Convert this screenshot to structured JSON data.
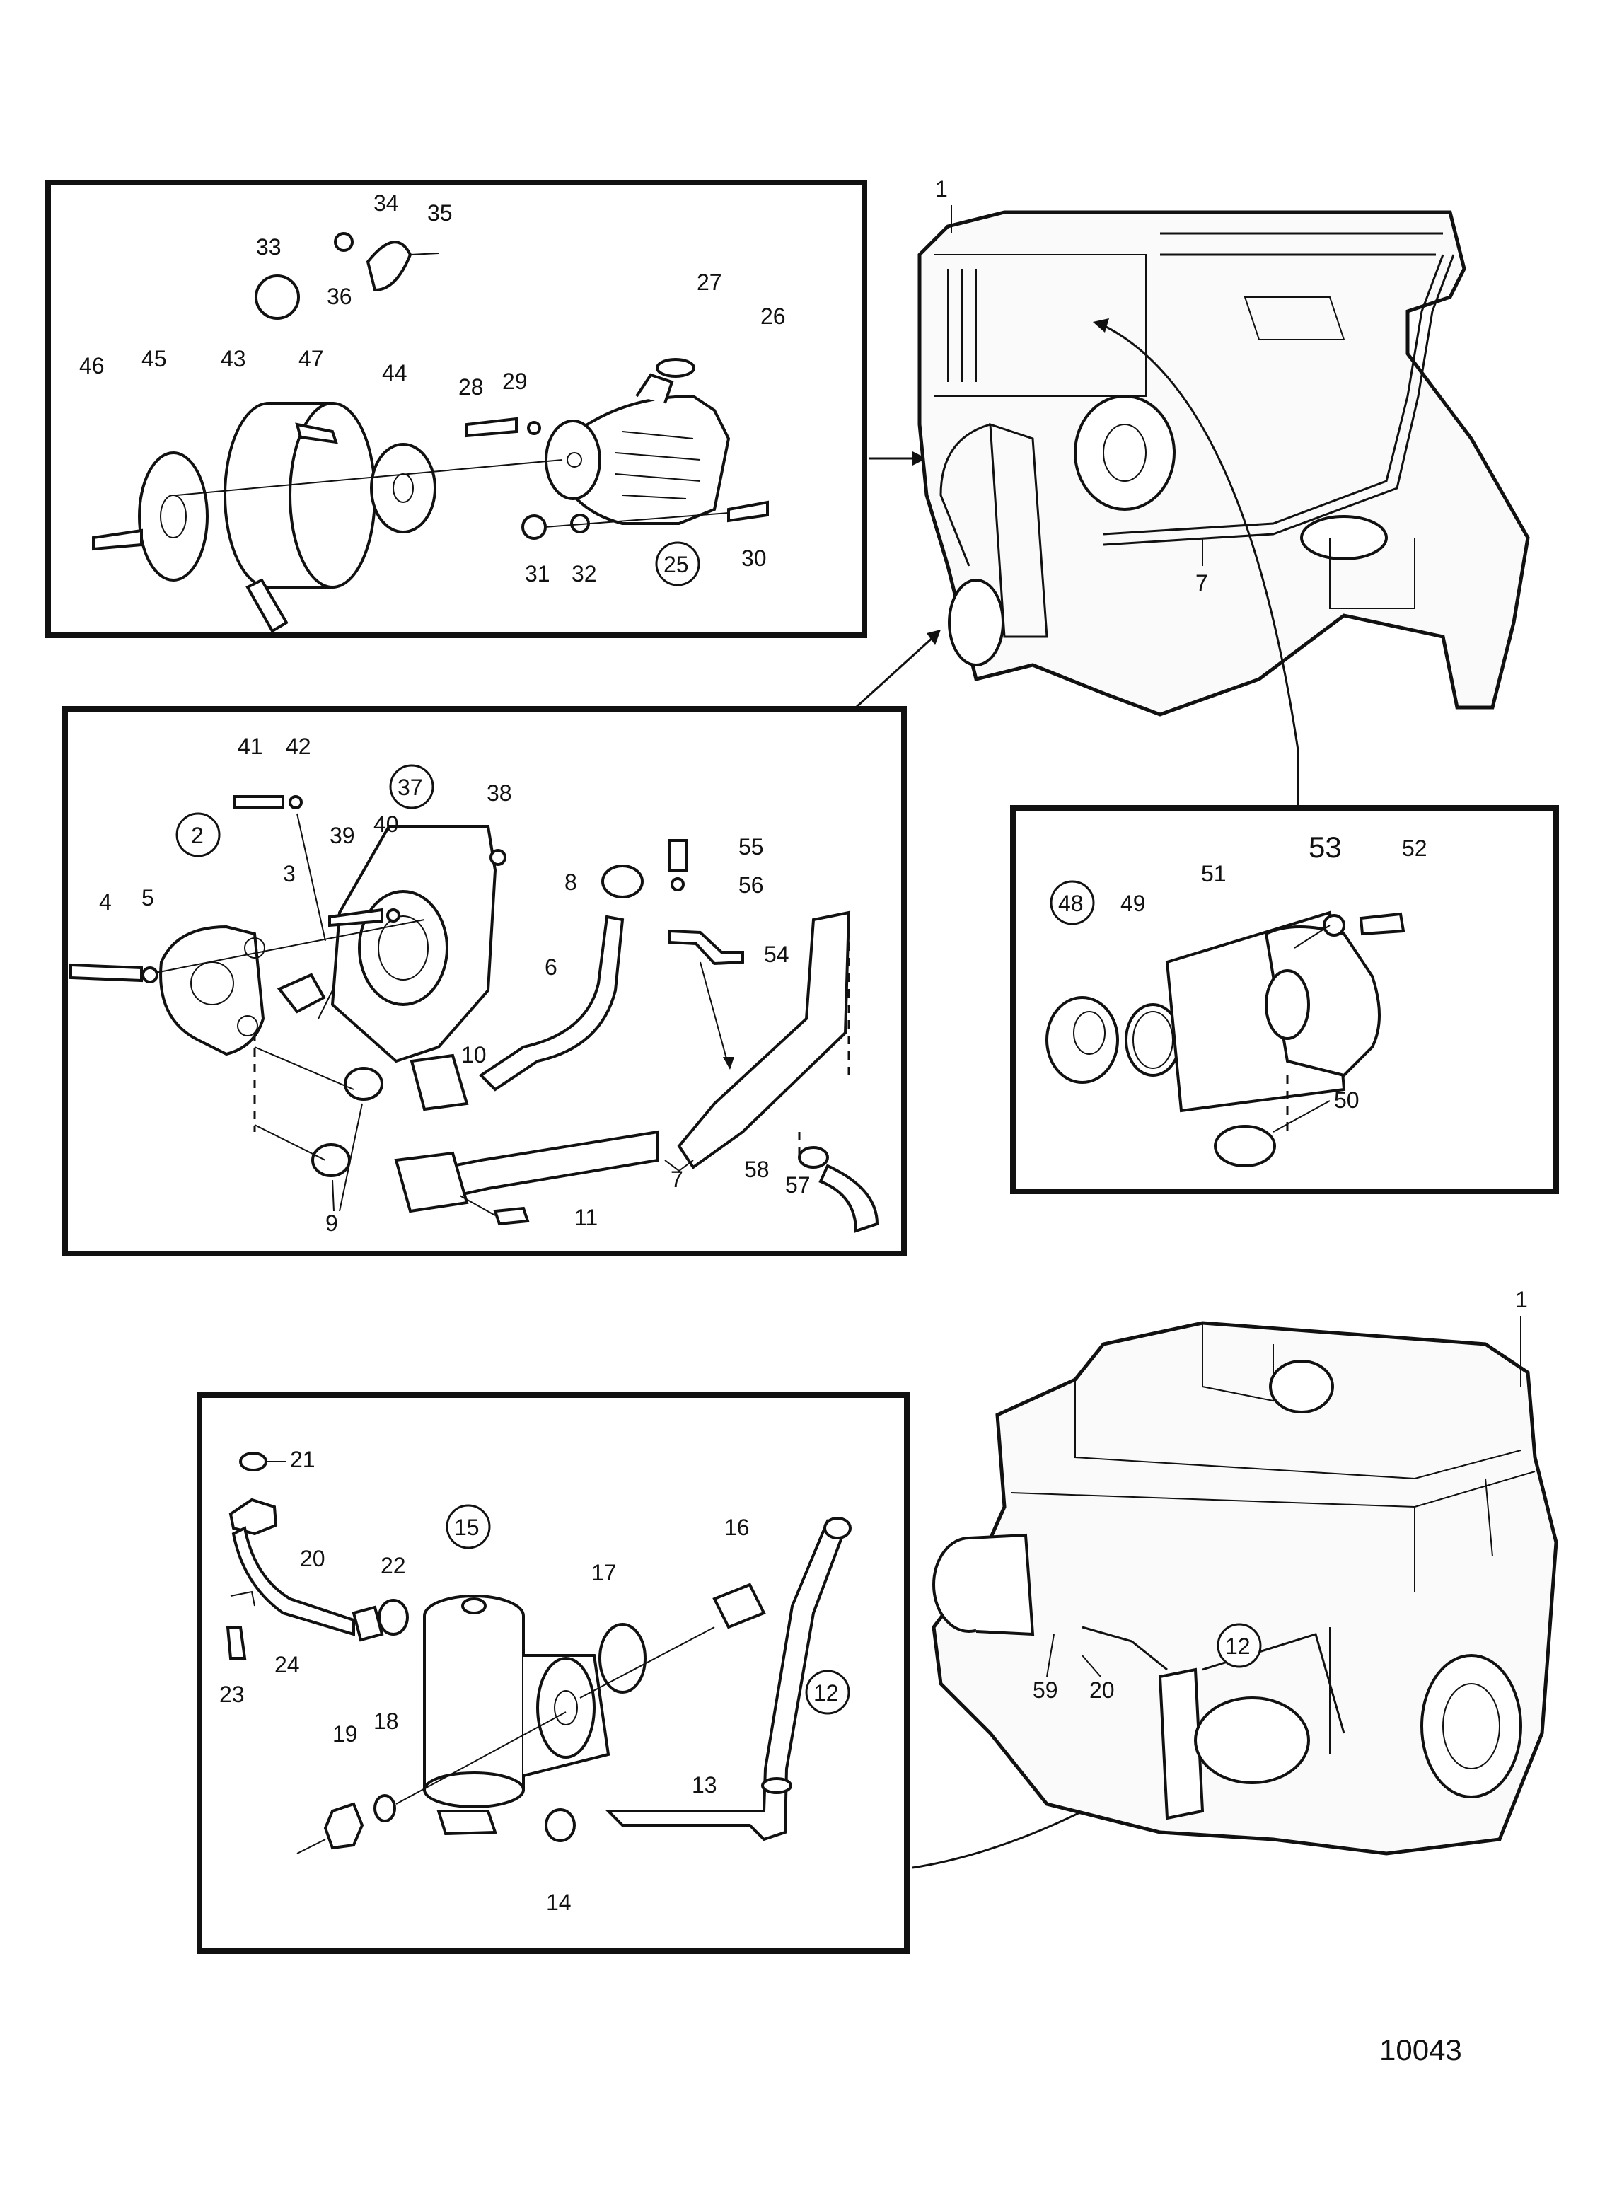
{
  "drawing_number": "10043",
  "callouts": {
    "top_engine": "1",
    "bottom_engine": "1",
    "panel1": {
      "p25": "25",
      "p26": "26",
      "p27": "27",
      "p28": "28",
      "p29": "29",
      "p30": "30",
      "p31": "31",
      "p32": "32",
      "p33": "33",
      "p34": "34",
      "p35": "35",
      "p36": "36",
      "p43": "43",
      "p44": "44",
      "p45": "45",
      "p46": "46",
      "p47": "47"
    },
    "panel2": {
      "p2": "2",
      "p3": "3",
      "p4": "4",
      "p5": "5",
      "p6": "6",
      "p7": "7",
      "p8": "8",
      "p9": "9",
      "p10": "10",
      "p11": "11",
      "p37": "37",
      "p38": "38",
      "p39": "39",
      "p40": "40",
      "p41": "41",
      "p42": "42",
      "p54": "54",
      "p55": "55",
      "p56": "56",
      "p57": "57",
      "p58": "58"
    },
    "engine_top": {
      "p7": "7"
    },
    "panel3": {
      "p48": "48",
      "p49": "49",
      "p50": "50",
      "p51": "51",
      "p52": "52",
      "p53": "53"
    },
    "panel4": {
      "p12": "12",
      "p13": "13",
      "p14": "14",
      "p15": "15",
      "p16": "16",
      "p17": "17",
      "p18": "18",
      "p19": "19",
      "p20": "20",
      "p21": "21",
      "p22": "22",
      "p23": "23",
      "p24": "24"
    },
    "engine_bottom": {
      "p12": "12",
      "p20": "20",
      "p59": "59"
    }
  }
}
